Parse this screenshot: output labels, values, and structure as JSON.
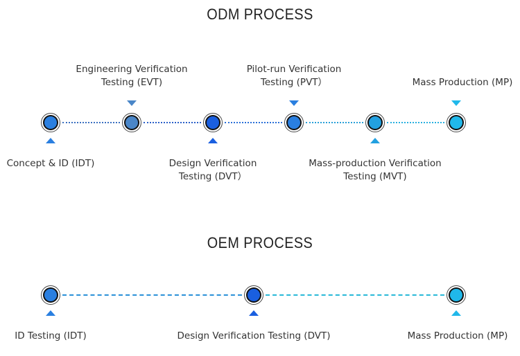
{
  "odm": {
    "title": "ODM PROCESS",
    "steps": [
      {
        "label_lines": [
          "Concept & ID (IDT)"
        ],
        "label_position": "below",
        "color": "#2a7fe0"
      },
      {
        "label_lines": [
          "Engineering Verification",
          "Testing (EVT)"
        ],
        "label_position": "above",
        "color": "#4a86c8"
      },
      {
        "label_lines": [
          "Design Verification",
          "Testing (DVT）"
        ],
        "label_position": "below",
        "color": "#1a5fe0"
      },
      {
        "label_lines": [
          "Pilot-run Verification",
          "Testing (PVT）"
        ],
        "label_position": "above",
        "color": "#2a7fe0"
      },
      {
        "label_lines": [
          "Mass-production Verification",
          "Testing (MVT)"
        ],
        "label_position": "below",
        "color": "#22a0e0"
      },
      {
        "label_lines": [
          "Mass Production (MP)"
        ],
        "label_position": "above",
        "color": "#20b8ea"
      }
    ],
    "connectors": [
      {
        "color": "#3a6fc0"
      },
      {
        "color": "#2a5fc8"
      },
      {
        "color": "#2a6fd8"
      },
      {
        "color": "#28a0d8"
      },
      {
        "color": "#28b0e0"
      }
    ]
  },
  "oem": {
    "title": "OEM PROCESS",
    "steps": [
      {
        "label_lines": [
          "ID Testing (IDT)"
        ],
        "label_position": "below",
        "color": "#2a7fe0"
      },
      {
        "label_lines": [
          "Design Verification Testing (DVT)"
        ],
        "label_position": "below",
        "color": "#1a5fe0"
      },
      {
        "label_lines": [
          "Mass Production (MP)"
        ],
        "label_position": "below",
        "color": "#20b8ea"
      }
    ],
    "connectors": [
      {
        "color": "#2a90d8"
      },
      {
        "color": "#28b8d8"
      }
    ]
  }
}
